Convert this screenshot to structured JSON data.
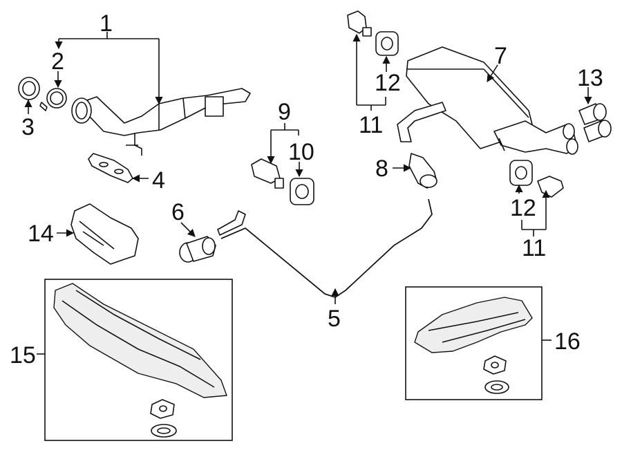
{
  "callouts": [
    "1",
    "2",
    "3",
    "4",
    "5",
    "6",
    "7",
    "8",
    "9",
    "10",
    "11",
    "12",
    "13",
    "14",
    "15",
    "16"
  ],
  "callout_11_second": "11",
  "callout_12_second": "12"
}
